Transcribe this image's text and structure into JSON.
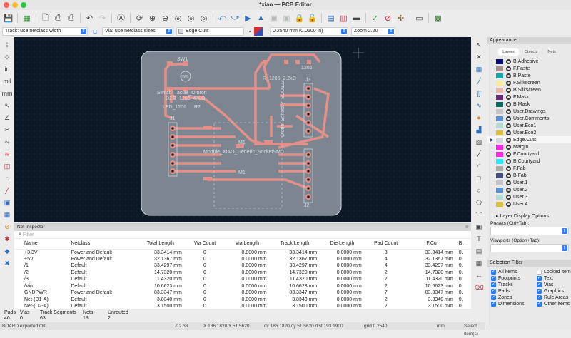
{
  "window": {
    "title": "*xiao — PCB Editor"
  },
  "toolbar2": {
    "track": "Track: use netclass width",
    "via": "Via: use netclass sizes",
    "layer": "Edge.Cuts",
    "grid": "0.2540 mm (0.0100 in)",
    "zoom": "Zoom 2.20"
  },
  "board": {
    "labels": {
      "sw1": "SW1",
      "switch": "Switch_Tactile_Omron",
      "d2": "D2",
      "r_470": "R_1206_470Ω",
      "led": "LED_1206",
      "r2": "R2",
      "j1": "J1",
      "j2": "J2",
      "j3": "J3",
      "m1": "M1",
      "module": "Module_XIAO_Generic_SocketSMD",
      "m1b": "M1",
      "r_2k": "R_1206_2.2kΩ",
      "r_1206": "1206",
      "diode": "Diode_Schottky_SOD123"
    }
  },
  "appearance": {
    "title": "Appearance",
    "tabs": [
      "Layers",
      "Objects",
      "Nets"
    ],
    "layers": [
      {
        "name": "B.Adhesive",
        "color": "#0a0a78"
      },
      {
        "name": "F.Paste",
        "color": "#a89090"
      },
      {
        "name": "B.Paste",
        "color": "#12a8a8"
      },
      {
        "name": "F.Silkscreen",
        "color": "#f4eaa0"
      },
      {
        "name": "B.Silkscreen",
        "color": "#e6b8a8"
      },
      {
        "name": "F.Mask",
        "color": "#6a2a7a"
      },
      {
        "name": "B.Mask",
        "color": "#0c6a60"
      },
      {
        "name": "User.Drawings",
        "color": "#c4c4c8"
      },
      {
        "name": "User.Comments",
        "color": "#5a90d8"
      },
      {
        "name": "User.Eco1",
        "color": "#b4dcd4"
      },
      {
        "name": "User.Eco2",
        "color": "#d8c040"
      },
      {
        "name": "Edge.Cuts",
        "color": "#d0d8dc"
      },
      {
        "name": "Margin",
        "color": "#ff26e2"
      },
      {
        "name": "F.Courtyard",
        "color": "#ff26e2"
      },
      {
        "name": "B.Courtyard",
        "color": "#26e8ff"
      },
      {
        "name": "F.Fab",
        "color": "#acacac"
      },
      {
        "name": "B.Fab",
        "color": "#444c80"
      },
      {
        "name": "User.1",
        "color": "#c4c4c8"
      },
      {
        "name": "User.2",
        "color": "#5a90d8"
      },
      {
        "name": "User.3",
        "color": "#b4dcd4"
      },
      {
        "name": "User.4",
        "color": "#d8c040"
      }
    ],
    "display_options": "Layer Display Options",
    "presets_label": "Presets (Ctrl+Tab):",
    "viewports_label": "Viewports (Option+Tab):"
  },
  "selection_filter": {
    "title": "Selection Filter",
    "items": [
      {
        "label": "All items",
        "checked": true
      },
      {
        "label": "Locked items",
        "checked": false
      },
      {
        "label": "Footprints",
        "checked": true
      },
      {
        "label": "Text",
        "checked": true
      },
      {
        "label": "Tracks",
        "checked": true
      },
      {
        "label": "Vias",
        "checked": true
      },
      {
        "label": "Pads",
        "checked": true
      },
      {
        "label": "Graphics",
        "checked": true
      },
      {
        "label": "Zones",
        "checked": true
      },
      {
        "label": "Rule Areas",
        "checked": true
      },
      {
        "label": "Dimensions",
        "checked": true
      },
      {
        "label": "Other items",
        "checked": true
      }
    ]
  },
  "net_inspector": {
    "title": "Net Inspector",
    "filter_placeholder": "Filter",
    "columns": [
      "Name",
      "Netclass",
      "Total Length",
      "Via Count",
      "Via Length",
      "Track Length",
      "Die Length",
      "Pad Count",
      "F.Cu",
      "B."
    ],
    "rows": [
      [
        "+3.3V",
        "Power and Default",
        "33.3414 mm",
        "0",
        "0.0000 mm",
        "33.3414 mm",
        "0.0000 mm",
        "3",
        "33.3414 mm",
        "0."
      ],
      [
        "+5V",
        "Power and Default",
        "32.1367 mm",
        "0",
        "0.0000 mm",
        "32.1367 mm",
        "0.0000 mm",
        "4",
        "32.1367 mm",
        "0."
      ],
      [
        "/1",
        "Default",
        "33.4297 mm",
        "0",
        "0.0000 mm",
        "33.4297 mm",
        "0.0000 mm",
        "4",
        "33.4297 mm",
        "0."
      ],
      [
        "/2",
        "Default",
        "14.7320 mm",
        "0",
        "0.0000 mm",
        "14.7320 mm",
        "0.0000 mm",
        "2",
        "14.7320 mm",
        "0."
      ],
      [
        "/3",
        "Default",
        "11.4320 mm",
        "0",
        "0.0000 mm",
        "11.4320 mm",
        "0.0000 mm",
        "2",
        "11.4320 mm",
        "0."
      ],
      [
        "/Vin",
        "Default",
        "10.6623 mm",
        "0",
        "0.0000 mm",
        "10.6623 mm",
        "0.0000 mm",
        "2",
        "10.6623 mm",
        "0."
      ],
      [
        "GNDPWR",
        "Power and Default",
        "83.3347 mm",
        "0",
        "0.0000 mm",
        "83.3347 mm",
        "0.0000 mm",
        "7",
        "83.3347 mm",
        "0."
      ],
      [
        "Net-(D1-A)",
        "Default",
        "3.8340 mm",
        "0",
        "0.0000 mm",
        "3.8340 mm",
        "0.0000 mm",
        "2",
        "3.8340 mm",
        "0."
      ],
      [
        "Net-(D2-A)",
        "Default",
        "3.1500 mm",
        "0",
        "0.0000 mm",
        "3.1500 mm",
        "0.0000 mm",
        "2",
        "3.1500 mm",
        "0."
      ]
    ]
  },
  "stats": [
    {
      "label": "Pads",
      "value": "46"
    },
    {
      "label": "Vias",
      "value": "0"
    },
    {
      "label": "Track Segments",
      "value": "63"
    },
    {
      "label": "Nets",
      "value": "18"
    },
    {
      "label": "Unrouted",
      "value": "2"
    }
  ],
  "status": {
    "message": "BOARD exported OK.",
    "zoom": "Z 2.33",
    "xy": "X 186.1820  Y 51.5620",
    "delta": "dx 186.1820  dy 51.5620  dist 193.1900",
    "grid": "grid 0.2540",
    "units": "mm",
    "mode": "Select item(s)"
  }
}
